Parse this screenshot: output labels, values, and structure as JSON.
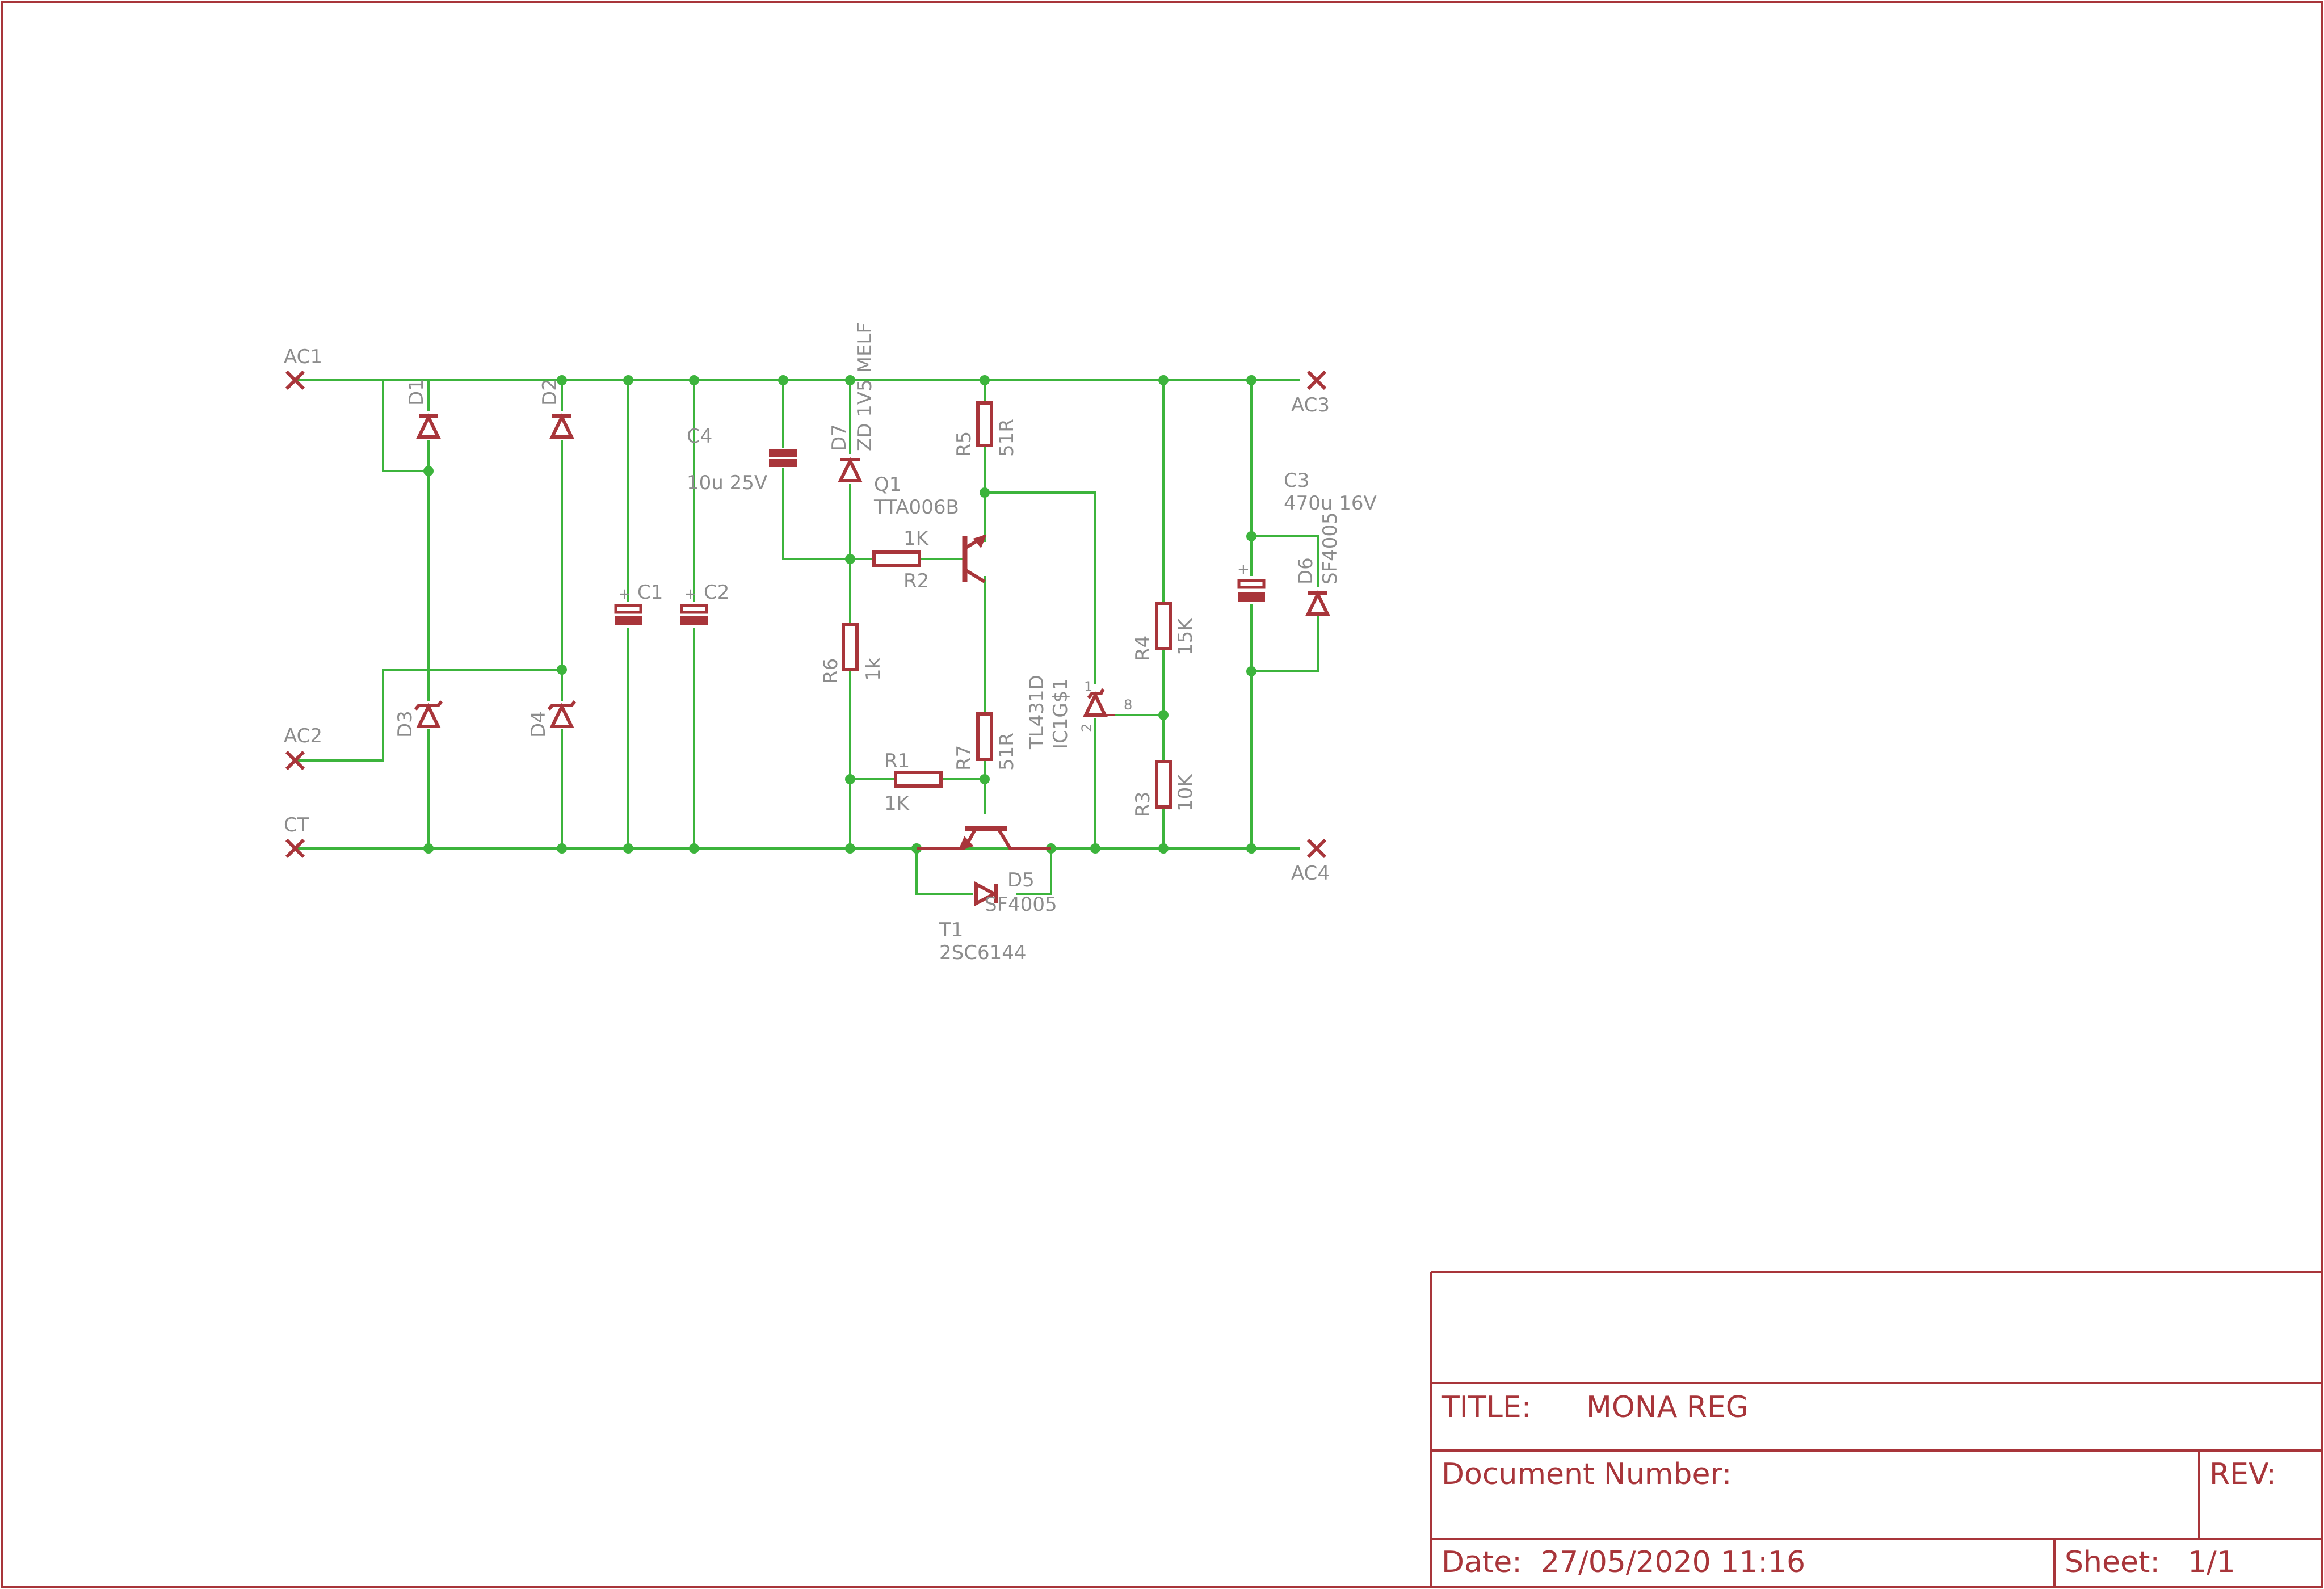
{
  "colors": {
    "wire": "#3cb43c",
    "part": "#a8353a",
    "label": "#8c8c8c",
    "frame": "#a8353a"
  },
  "ports": {
    "ac1": "AC1",
    "ac2": "AC2",
    "ct": "CT",
    "ac3": "AC3",
    "ac4": "AC4"
  },
  "parts": {
    "d1": "D1",
    "d2": "D2",
    "d3": "D3",
    "d4": "D4",
    "c1": "C1",
    "c2": "C2",
    "c4": "C4",
    "c4_value": "10u 25V",
    "d7": "D7",
    "d7_value": "ZD 1V5 MELF",
    "q1": "Q1",
    "q1_value": "TTA006B",
    "r5": "R5",
    "r5_value": "51R",
    "r2": "R2",
    "r2_value": "1K",
    "r6": "R6",
    "r6_value": "1k",
    "r7": "R7",
    "r7_value": "51R",
    "r1": "R1",
    "r1_value": "1K",
    "t1": "T1",
    "t1_value": "2SC6144",
    "d5": "D5",
    "d5_value": "SF4005",
    "ic": "IC1G$1",
    "ic_value": "TL431D",
    "ic_pin1": "1",
    "ic_pin2": "2",
    "ic_pin8": "8",
    "r4": "R4",
    "r4_value": "15K",
    "r3": "R3",
    "r3_value": "10K",
    "c3": "C3",
    "c3_value": "470u 16V",
    "d6": "D6",
    "d6_value": "SF4005",
    "plus": "+"
  },
  "title_block": {
    "title_label": "TITLE:",
    "title_value": "MONA REG",
    "doc_label": "Document Number:",
    "rev_label": "REV:",
    "date_label": "Date:",
    "date_value": "27/05/2020 11:16",
    "sheet_label": "Sheet:",
    "sheet_value": "1/1"
  }
}
